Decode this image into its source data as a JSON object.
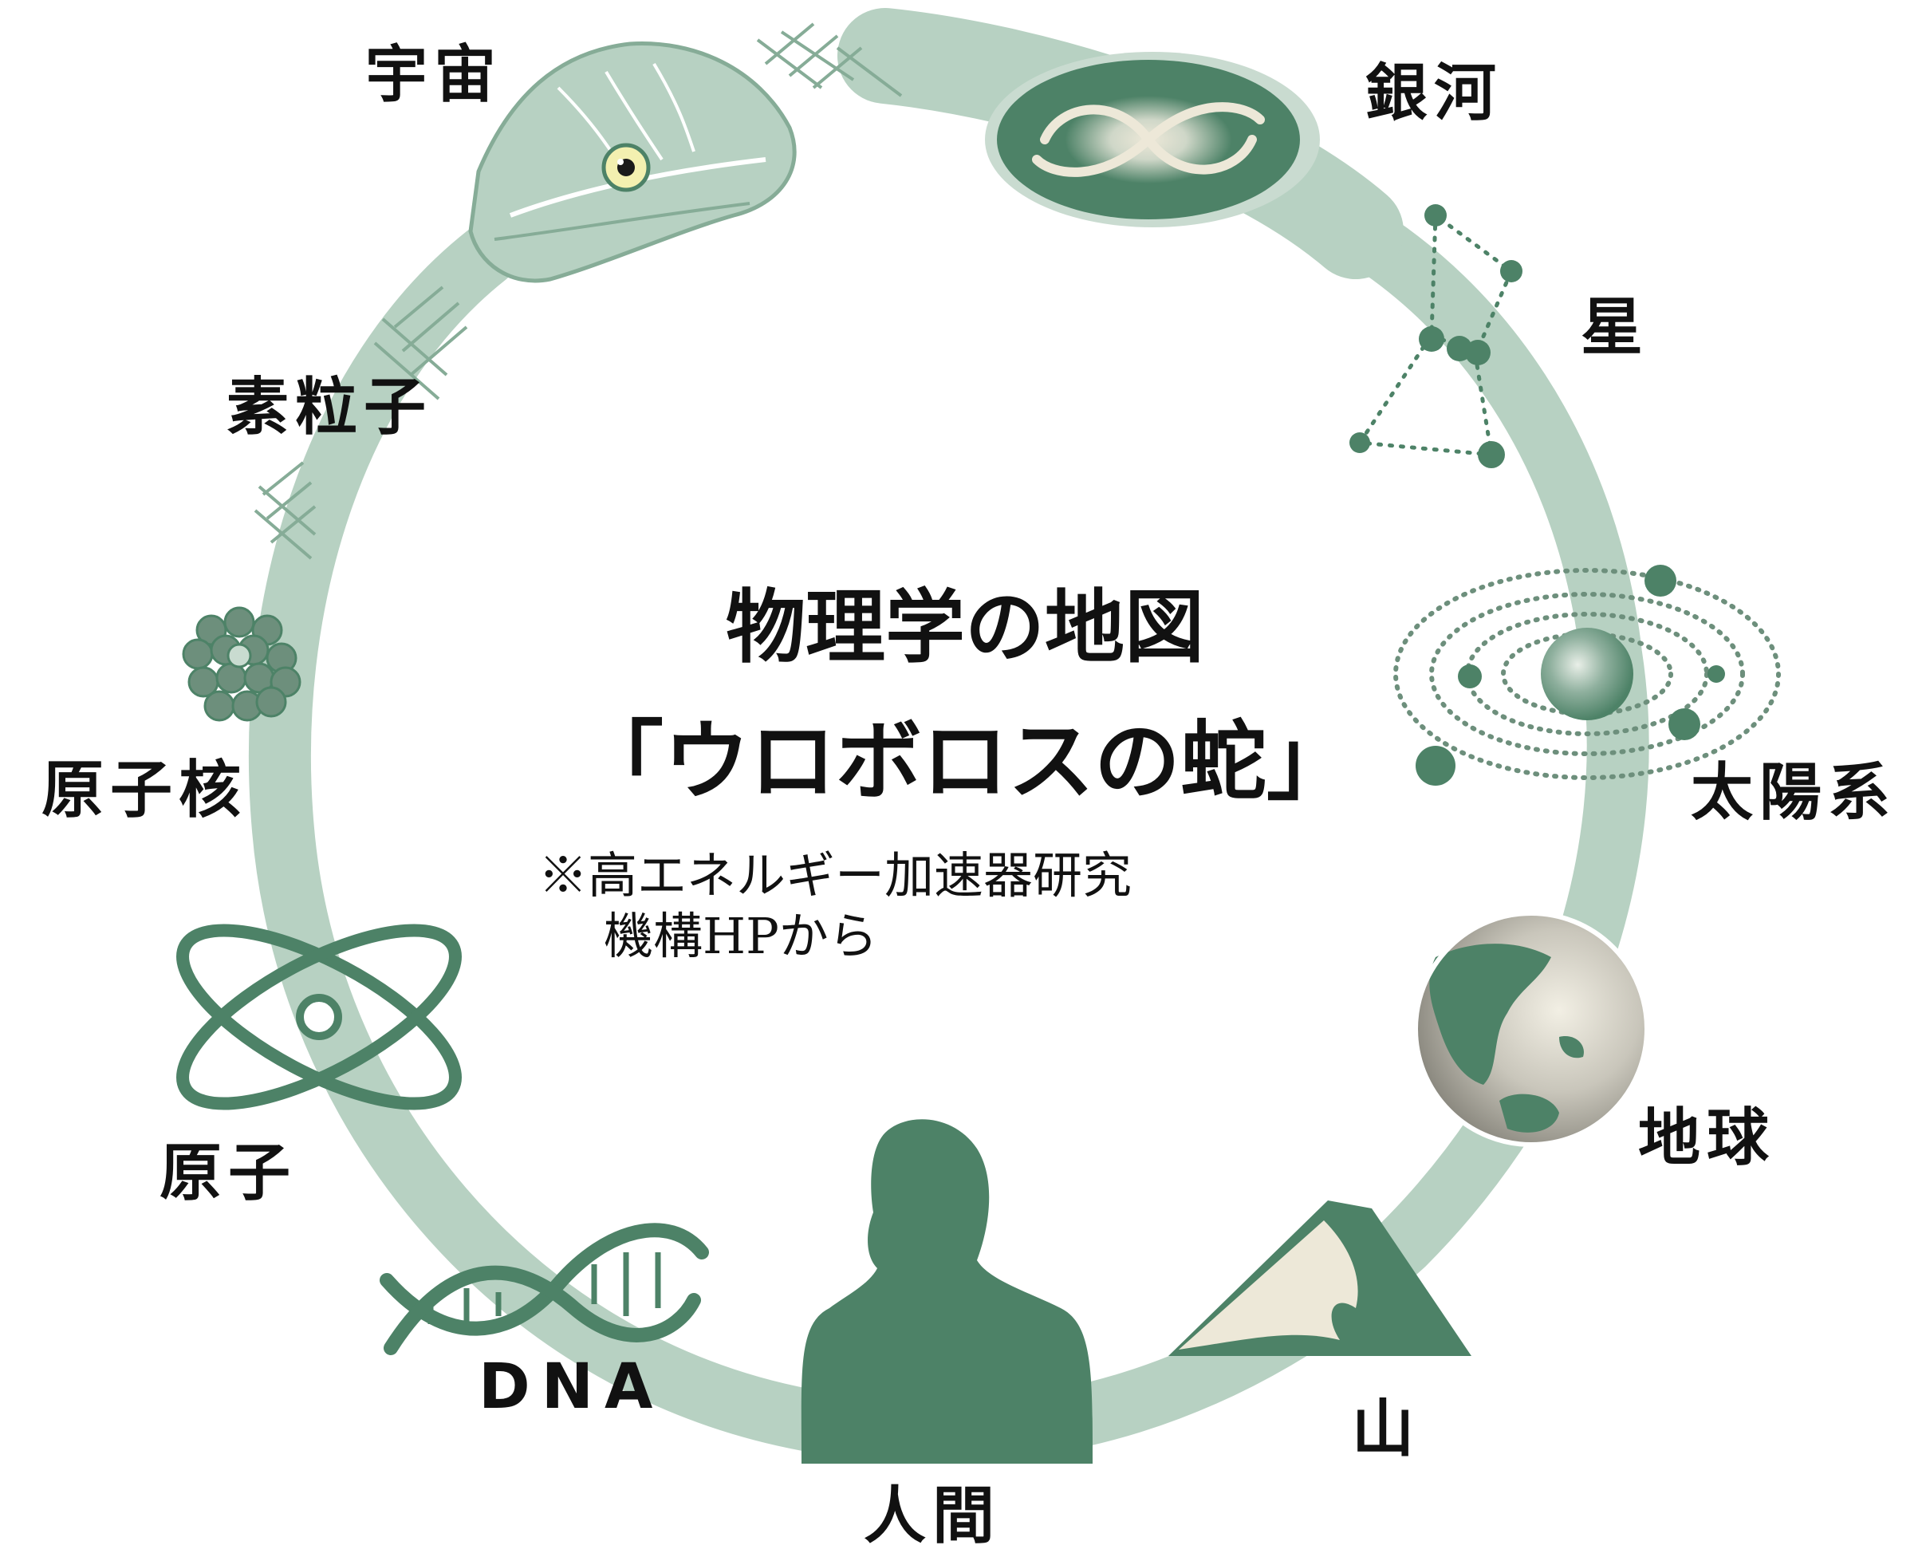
{
  "title": {
    "line1": "物理学の地図",
    "line2": "「ウロボロスの蛇」"
  },
  "note": {
    "line1": "※高エネルギー加速器研究",
    "line2": "機構HPから"
  },
  "labels": {
    "universe": "宇宙",
    "galaxy": "銀河",
    "star": "星",
    "solar_system": "太陽系",
    "earth": "地球",
    "mountain": "山",
    "human": "人間",
    "dna": "DNA",
    "atom": "原子",
    "nucleus": "原子核",
    "elementary_particle": "素粒子"
  },
  "colors": {
    "snake_body": "#b7d1c2",
    "dark_green": "#4d8267",
    "mid_green": "#86ac97",
    "cream": "#ede8d8",
    "earth_gray": "#a9a79d",
    "text": "#111111"
  }
}
